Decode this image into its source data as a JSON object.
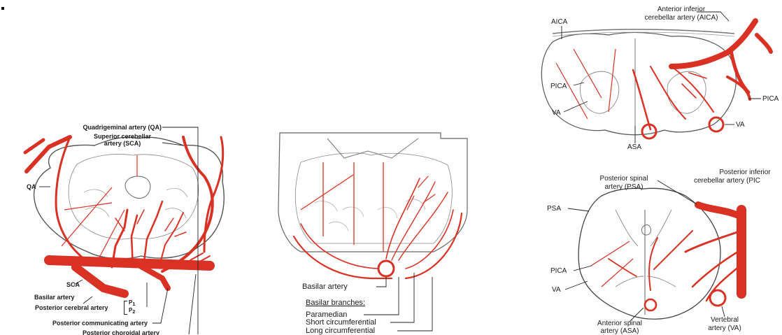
{
  "panel_left": {
    "quadrigeminal_artery": "Quadrigeminal artery (QA)",
    "superior_cerebellar_line1": "Superior cerebellar",
    "superior_cerebellar_line2": "artery (SCA)",
    "qa": "QA",
    "sca": "SCA",
    "basilar_artery": "Basilar artery",
    "posterior_cerebral_artery": "Posterior cerebral artery",
    "p1": "P",
    "p1_sub": "1",
    "p2": "P",
    "p2_sub": "2",
    "posterior_communicating_artery": "Posterior communicating artery",
    "posterior_choroidal_artery": "Posterior choroidal artery"
  },
  "panel_middle": {
    "basilar_artery": "Basilar artery",
    "basilar_branches_heading": "Basilar branches:",
    "paramedian": "Paramedian",
    "short_circumferential": "Short circumferential",
    "long_circumferential": "Long circumferential"
  },
  "panel_top_right": {
    "aica": "AICA",
    "anterior_inferior_line1": "Anterior inferior",
    "anterior_inferior_line2": "cerebellar artery (AICA)",
    "pica_left": "PICA",
    "va_left": "VA",
    "asa": "ASA",
    "pica_right": "PICA",
    "va_right": "VA"
  },
  "panel_bottom_right": {
    "posterior_inferior_line1": "Posterior inferior",
    "posterior_inferior_line2": "cerebellar artery (PIC",
    "posterior_spinal_line1": "Posterior spinal",
    "posterior_spinal_line2": "artery (PSA)",
    "psa": "PSA",
    "pica": "PICA",
    "va": "VA",
    "anterior_spinal_line1": "Anterior spinal",
    "anterior_spinal_line2": "artery (ASA)",
    "vertebral_line1": "Vertebral",
    "vertebral_line2": "artery (VA)"
  },
  "colors": {
    "artery": "#d93224",
    "outline": "#444444",
    "text": "#1a1a1a",
    "background": "#ffffff"
  }
}
